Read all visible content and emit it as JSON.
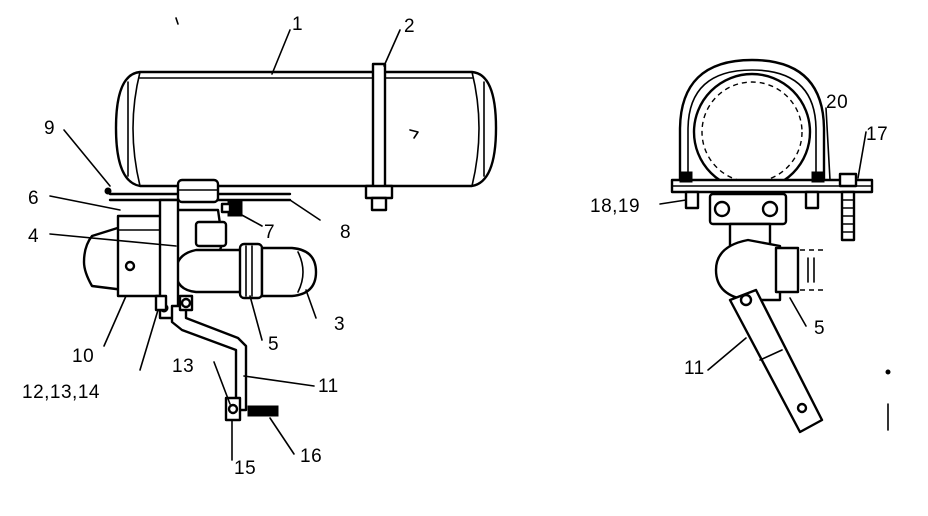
{
  "diagram": {
    "labels": {
      "l1": "1",
      "l2": "2",
      "l3": "3",
      "l4": "4",
      "l5_left": "5",
      "l5_right": "5",
      "l6": "6",
      "l7": "7",
      "l8": "8",
      "l9": "9",
      "l10": "10",
      "l11_left": "11",
      "l11_right": "11",
      "l12_14": "12,13,14",
      "l13": "13",
      "l15": "15",
      "l16": "16",
      "l17": "17",
      "l18_19": "18,19",
      "l20": "20"
    }
  }
}
